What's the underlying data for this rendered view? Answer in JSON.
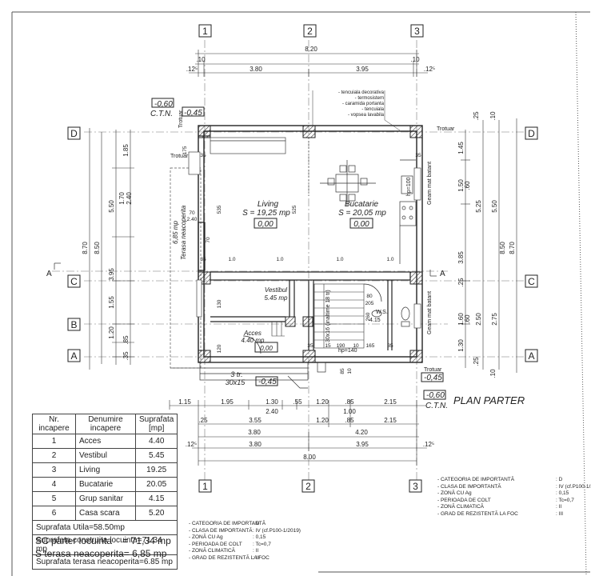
{
  "axes": {
    "top": [
      "1",
      "2",
      "3"
    ],
    "bottom": [
      "1",
      "2",
      "3"
    ],
    "left": [
      "D",
      "C",
      "B",
      "A"
    ],
    "right": [
      "D",
      "C",
      "A"
    ]
  },
  "dims": {
    "top_total": "8.20",
    "top_a": ".10",
    "top_b": ".10",
    "top_row": [
      ".12⁵",
      "3.80",
      "3.95",
      ".12⁵"
    ],
    "bottom_row1": [
      "1.15",
      "1.95",
      "1.30",
      ".55",
      "1.20",
      ".85",
      "2.15"
    ],
    "bottom_sub1": [
      "2.40",
      "1.00"
    ],
    "bottom_row2": [
      ".25",
      "3.55",
      "1.20",
      ".85",
      "2.15"
    ],
    "bottom_row3": [
      "3.80",
      "4.20"
    ],
    "bottom_row4": [
      ".12⁵",
      "3.80",
      "3.95",
      ".12⁵"
    ],
    "bottom_total": "8.00",
    "left_outer": [
      "8.70",
      "8.50"
    ],
    "left_inner": [
      "1.85",
      "1.70",
      "2.40",
      "5.50",
      "3.95",
      "1.55",
      "1.20",
      ".85",
      ".35"
    ],
    "right_inner": [
      ".25",
      ".10",
      "1.45",
      "1.50",
      ".60",
      "5.25",
      "3.85",
      ".25",
      "1.60",
      ".60",
      "2.50",
      "2.75",
      "1.30",
      ".25",
      ".10"
    ],
    "right_outer": [
      "5.50",
      "8.50",
      "8.70"
    ],
    "interior": [
      "175",
      "35",
      "535",
      "525",
      "70",
      "2.40",
      "70",
      "130",
      "120",
      "35",
      "35",
      "15",
      "190",
      "10",
      "165",
      "35",
      "80",
      "205",
      "260",
      "35",
      "85",
      "10",
      "1.0",
      "1.0",
      "1.0",
      "1.0"
    ]
  },
  "levels": {
    "ctn_left_val": "-0,60",
    "ctn_left_lbl": "C.T.N.",
    "ctn_left_side": "-0,45",
    "ctn_right_val": "-0,60",
    "ctn_right_lbl": "C.T.N.",
    "trotuar_right_bottom_val": "-0,45",
    "steps_val": "-0,45"
  },
  "labels": {
    "trotuar": "Trotuar",
    "terasa": "Terasa neacoperita",
    "terasa_area": "6,85 mp",
    "geam_mat": "Geam mat batant",
    "hp100": "hp=100",
    "hp140": "hp=140",
    "section_a": "A",
    "plan_title": "PLAN PARTER",
    "steps_a": "3 tr.",
    "steps_b": "30x15",
    "stair": "30x16 (inaltime 18 tr)",
    "ws": "W.S.",
    "wc_num": "4.15",
    "wall_layers": [
      "- tencuiala decorativa",
      "- termosistem",
      "- caramida portanta",
      "- tencuiala",
      "- vopsea lavabila"
    ]
  },
  "rooms": [
    {
      "name": "Living",
      "area": "S = 19,25 mp",
      "level": "0,00"
    },
    {
      "name": "Bucatarie",
      "area": "S = 20,05 mp",
      "level": "0,00"
    },
    {
      "name": "Vestibul",
      "area": "5.45 mp"
    },
    {
      "name": "Acces",
      "area": "4.40 mp",
      "level": "0,00"
    }
  ],
  "table": {
    "headers": [
      "Nr. incapere",
      "Denumire incapere",
      "Suprafata [mp]"
    ],
    "rows": [
      [
        "1",
        "Acces",
        "4.40"
      ],
      [
        "2",
        "Vestibul",
        "5.45"
      ],
      [
        "3",
        "Living",
        "19.25"
      ],
      [
        "4",
        "Bucatarie",
        "20.05"
      ],
      [
        "5",
        "Grup sanitar",
        "4.15"
      ],
      [
        "6",
        "Casa scara",
        "5.20"
      ]
    ],
    "summary": [
      "Suprafata Utila=58.50mp",
      "Suprafata construita locuinta=71.34 mp",
      "Suprafata terasa neacoperita=6.85 mp"
    ]
  },
  "totals": [
    "SC parter locuinta    = 71,34 mp",
    "S terasa neacoperita= 6,85 mp"
  ],
  "notes": [
    {
      "label": "- CATEGORIA DE IMPORTANTĂ",
      "value": ": D"
    },
    {
      "label": "- CLASA DE IMPORTANTĂ",
      "value": ": IV (cf.P100-1/2019)"
    },
    {
      "label": "- ZONĂ CU Ag",
      "value": ": 0,15"
    },
    {
      "label": "- PERIOADA DE COLT",
      "value": ": Tc=0,7"
    },
    {
      "label": "- ZONĂ CLIMATICĂ",
      "value": ": II"
    },
    {
      "label": "- GRAD DE REZISTENTĂ LA FOC",
      "value": ": III"
    }
  ]
}
